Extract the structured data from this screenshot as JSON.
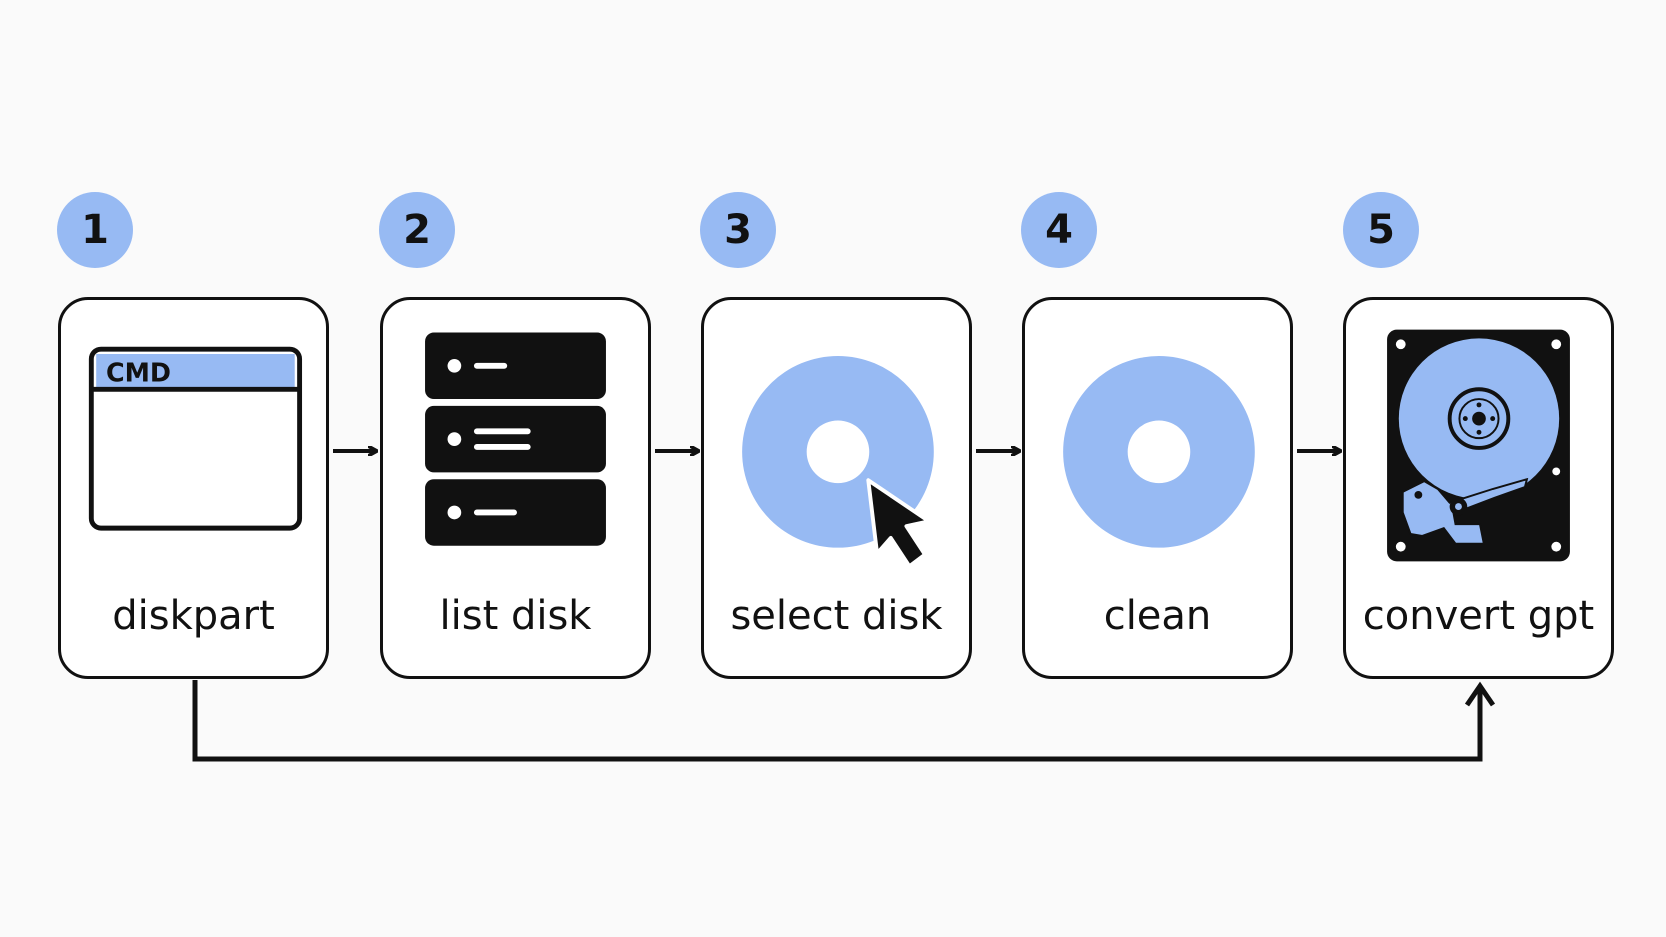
{
  "steps": [
    {
      "number": "1",
      "label": "diskpart",
      "icon": "cmd-window-icon"
    },
    {
      "number": "2",
      "label": "list disk",
      "icon": "disk-list-icon"
    },
    {
      "number": "3",
      "label": "select disk",
      "icon": "disk-select-icon"
    },
    {
      "number": "4",
      "label": "clean",
      "icon": "disk-icon"
    },
    {
      "number": "5",
      "label": "convert gpt",
      "icon": "hard-drive-icon"
    }
  ],
  "cmd_window_title": "CMD",
  "colors": {
    "accent": "#97baf3",
    "ink": "#111111",
    "background": "#fafafa"
  }
}
